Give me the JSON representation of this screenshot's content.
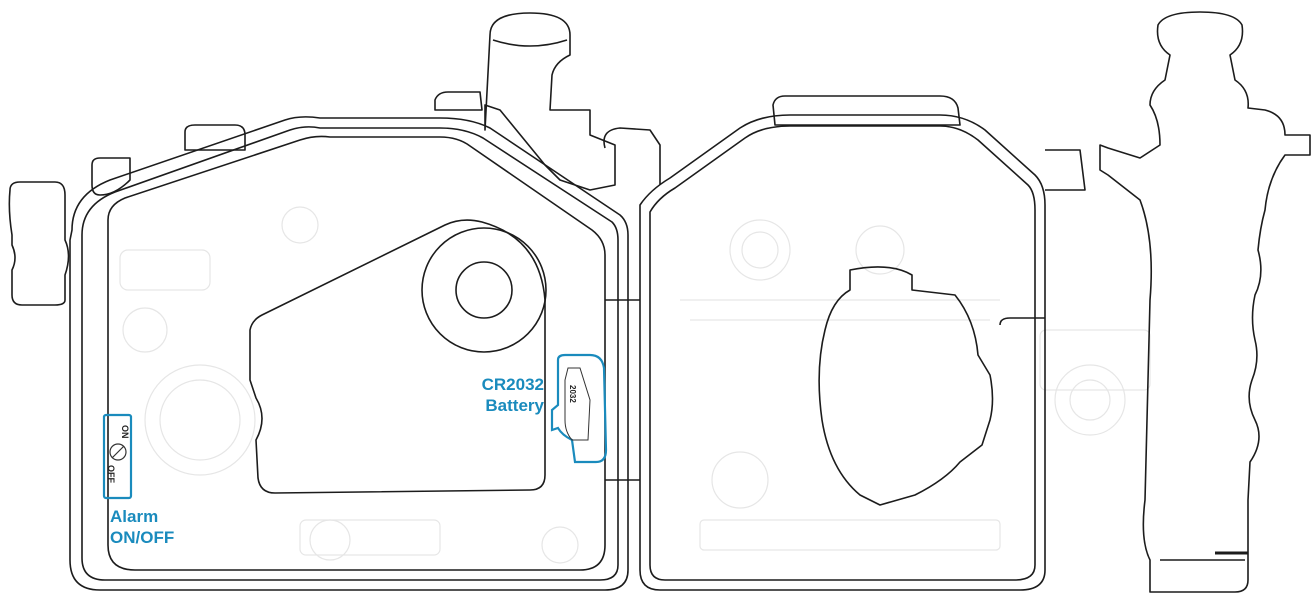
{
  "colors": {
    "outline": "#1c1c1c",
    "faint_detail": "#e6e6e6",
    "accent": "#1a8bbd"
  },
  "callouts": {
    "battery": {
      "line1": "CR2032",
      "line2": "Battery"
    },
    "alarm": {
      "line1": "Alarm",
      "line2": "ON/OFF"
    }
  },
  "component_text": {
    "switch_on": "ON",
    "switch_off": "OFF",
    "battery_engraving": "2032"
  }
}
